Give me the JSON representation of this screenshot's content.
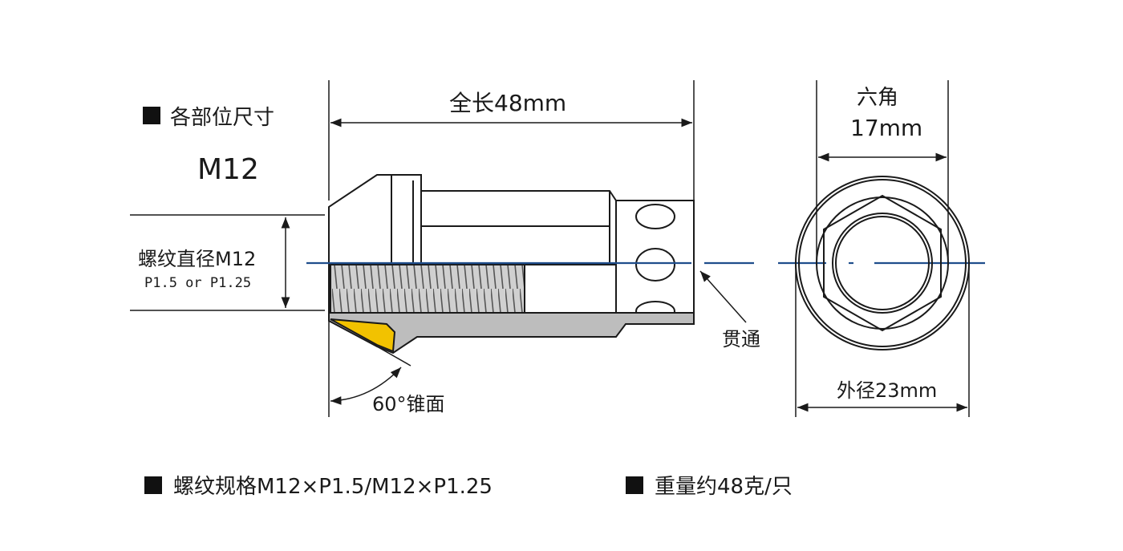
{
  "header": {
    "section_title": "各部位尺寸",
    "model": "M12"
  },
  "dimensions": {
    "overall_length": "全长48mm",
    "thread_diameter": "螺纹直径M12",
    "thread_pitch": "P1.5 or P1.25",
    "hex_line1": "六角",
    "hex_line2": "17mm",
    "outer_diameter": "外径23mm",
    "through_hole": "贯通",
    "cone_seat": "60°锥面"
  },
  "specs": {
    "thread_spec": "螺纹规格M12×P1.5/M12×P1.25",
    "weight": "重量约48克/只"
  },
  "colors": {
    "line": "#1a1a1a",
    "centerline": "#1f4e8c",
    "fill_gray": "#bdbdbd",
    "fill_light": "#d9d9d9",
    "seat_yellow": "#f2c200"
  }
}
